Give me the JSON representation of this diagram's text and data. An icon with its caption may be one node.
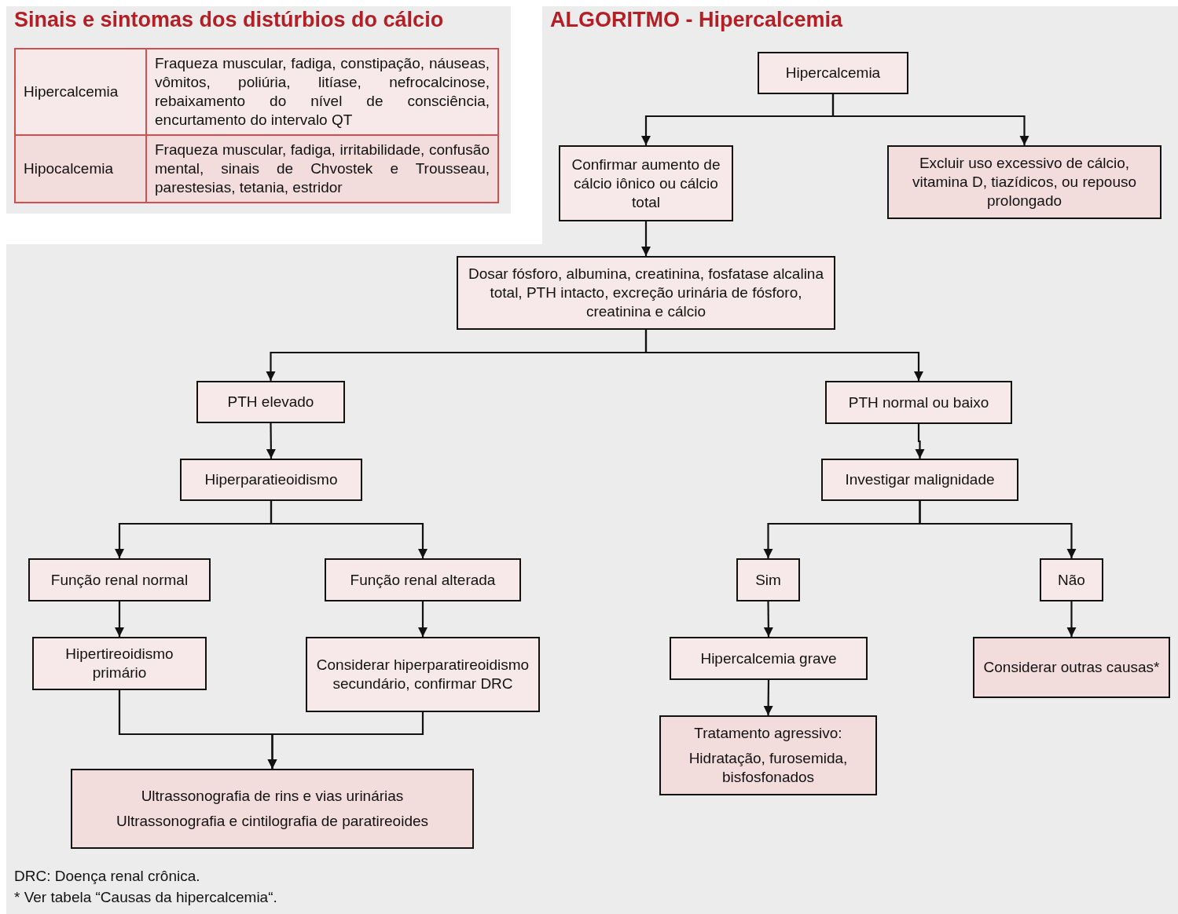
{
  "diagram": {
    "title": "ALGORITMO - Hipercalcemia",
    "nodes": [
      {
        "text": [
          "Hipercalcemia"
        ]
      },
      {
        "text": [
          "Confirmar aumento de cálcio iônico ou cálcio total"
        ]
      },
      {
        "text": [
          "Excluir uso excessivo de cálcio, vitamina D, tiazídicos, ou repouso prolongado"
        ]
      },
      {
        "text": [
          "Dosar fósforo, albumina, creatinina, fosfatase alcalina total, PTH intacto, excreção urinária de fósforo, creatinina e cálcio"
        ]
      },
      {
        "text": [
          "PTH elevado"
        ]
      },
      {
        "text": [
          "PTH normal ou baixo"
        ]
      },
      {
        "text": [
          "Hiperparatieoidismo"
        ]
      },
      {
        "text": [
          "Investigar malignidade"
        ]
      },
      {
        "text": [
          "Função renal normal"
        ]
      },
      {
        "text": [
          "Função renal alterada"
        ]
      },
      {
        "text": [
          "Sim"
        ]
      },
      {
        "text": [
          "Não"
        ]
      },
      {
        "text": [
          "Hipertireoidismo primário"
        ]
      },
      {
        "text": [
          "Considerar hiperparatireoidismo secundário, confirmar DRC"
        ]
      },
      {
        "text": [
          "Hipercalcemia grave"
        ]
      },
      {
        "text": [
          "Considerar outras causas*"
        ]
      },
      {
        "text": [
          "Ultrassonografia de rins e vias urinárias",
          "Ultrassonografia e cintilografia de paratireoides"
        ]
      },
      {
        "text": [
          "Tratamento agressivo:",
          "Hidratação, furosemida, bisfosfonados"
        ]
      }
    ],
    "edges": [
      {
        "from": 0,
        "to": 1,
        "arrow": "to"
      },
      {
        "from": 0,
        "to": 2,
        "arrow": "to"
      },
      {
        "from": 1,
        "to": 3,
        "arrow": "to"
      },
      {
        "from": 3,
        "to": 4,
        "arrow": "to"
      },
      {
        "from": 3,
        "to": 5,
        "arrow": "to"
      },
      {
        "from": 4,
        "to": 6,
        "arrow": "to"
      },
      {
        "from": 5,
        "to": 7,
        "arrow": "to"
      },
      {
        "from": 6,
        "to": 8,
        "arrow": "to"
      },
      {
        "from": 6,
        "to": 9,
        "arrow": "to"
      },
      {
        "from": 7,
        "to": 10,
        "arrow": "to"
      },
      {
        "from": 7,
        "to": 11,
        "arrow": "to"
      },
      {
        "from": 8,
        "to": 12,
        "arrow": "to"
      },
      {
        "from": 9,
        "to": 13,
        "arrow": "to"
      },
      {
        "from": 10,
        "to": 14,
        "arrow": "to"
      },
      {
        "from": 11,
        "to": 15,
        "arrow": "to"
      },
      {
        "from": 14,
        "to": 17,
        "arrow": "to"
      },
      {
        "from": 12,
        "to": 16,
        "arrow": "to"
      },
      {
        "from": 13,
        "to": 16,
        "arrow": "to"
      }
    ],
    "labels": [
      "Sinais e sintomas dos distúrbios do cálcio",
      "Hipercalcemia",
      "Fraqueza muscular, fadiga, constipação, náuseas, vômitos, poliúria, litíase, nefrocalcinose, rebaixamento do nível de consciência, encurtamento do intervalo QT",
      "Hipocalcemia",
      "Fraqueza muscular, fadiga, irritabilidade, confusão mental, sinais de Chvostek e Trousseau, parestesias, tetania, estridor",
      "DRC: Doença renal crônica.",
      "* Ver tabela “Causas da hipercalcemia“."
    ]
  }
}
